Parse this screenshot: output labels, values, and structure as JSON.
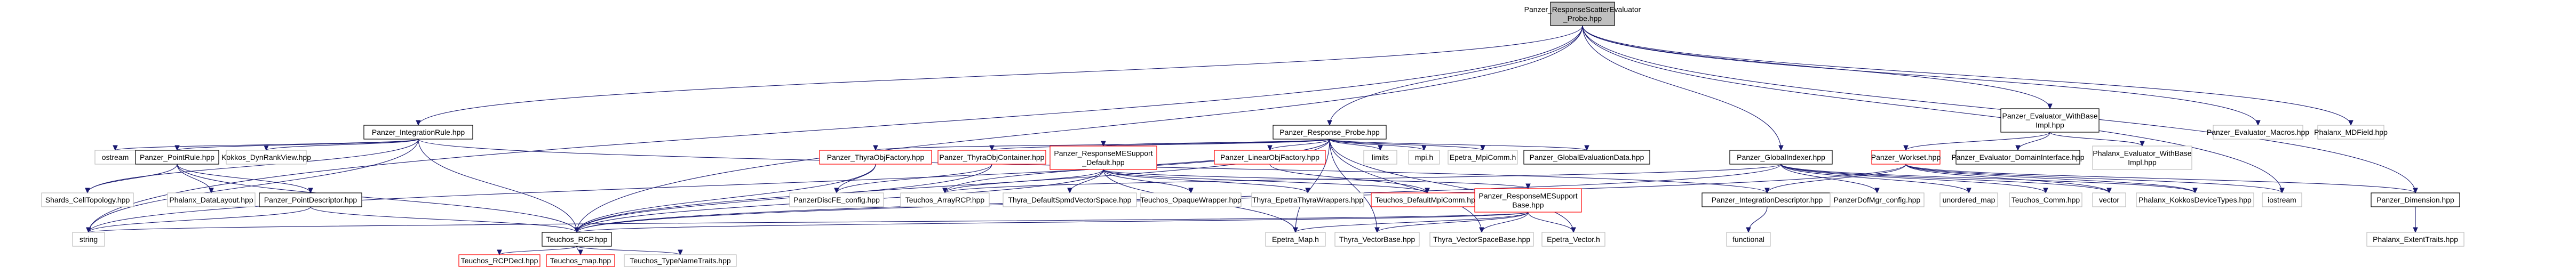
{
  "theme": {
    "normal_border": "#bfbfbf",
    "linked_border": "#000000",
    "missing_border": "#ff0000",
    "root_fill": "#bfbfbf",
    "text": "#000000",
    "edge": "#191970"
  },
  "nodes": [
    {
      "id": "root",
      "lines": [
        "Panzer_ResponseScatterEvaluator",
        "_Probe.hpp"
      ],
      "kind": "root"
    },
    {
      "id": "integrationRule",
      "lines": [
        "Panzer_IntegrationRule.hpp"
      ],
      "kind": "linked"
    },
    {
      "id": "responseProbe",
      "lines": [
        "Panzer_Response_Probe.hpp"
      ],
      "kind": "linked"
    },
    {
      "id": "evalWithBase",
      "lines": [
        "Panzer_Evaluator_WithBase",
        "Impl.hpp"
      ],
      "kind": "linked"
    },
    {
      "id": "evalMacros",
      "lines": [
        "Panzer_Evaluator_Macros.hpp"
      ],
      "kind": "normal"
    },
    {
      "id": "mdField",
      "lines": [
        "Phalanx_MDField.hpp"
      ],
      "kind": "normal"
    },
    {
      "id": "ostream",
      "lines": [
        "ostream"
      ],
      "kind": "normal"
    },
    {
      "id": "pointRule",
      "lines": [
        "Panzer_PointRule.hpp"
      ],
      "kind": "linked"
    },
    {
      "id": "kokkosDyn",
      "lines": [
        "Kokkos_DynRankView.hpp"
      ],
      "kind": "normal"
    },
    {
      "id": "thyraObjFactory",
      "lines": [
        "Panzer_ThyraObjFactory.hpp"
      ],
      "kind": "missing"
    },
    {
      "id": "thyraObjContainer",
      "lines": [
        "Panzer_ThyraObjContainer.hpp"
      ],
      "kind": "missing"
    },
    {
      "id": "responseMESupportDefault",
      "lines": [
        "Panzer_ResponseMESupport",
        "_Default.hpp"
      ],
      "kind": "missing"
    },
    {
      "id": "linearObjFactory",
      "lines": [
        "Panzer_LinearObjFactory.hpp"
      ],
      "kind": "missing"
    },
    {
      "id": "limits",
      "lines": [
        "limits"
      ],
      "kind": "normal"
    },
    {
      "id": "mpih",
      "lines": [
        "mpi.h"
      ],
      "kind": "normal"
    },
    {
      "id": "epetraMpiComm",
      "lines": [
        "Epetra_MpiComm.h"
      ],
      "kind": "normal"
    },
    {
      "id": "globalEvalData",
      "lines": [
        "Panzer_GlobalEvaluationData.hpp"
      ],
      "kind": "linked"
    },
    {
      "id": "globalIndexer",
      "lines": [
        "Panzer_GlobalIndexer.hpp"
      ],
      "kind": "linked"
    },
    {
      "id": "workset",
      "lines": [
        "Panzer_Workset.hpp"
      ],
      "kind": "missing"
    },
    {
      "id": "domainInterface",
      "lines": [
        "Panzer_Evaluator_DomainInterface.hpp"
      ],
      "kind": "linked"
    },
    {
      "id": "phxEvalWithBase",
      "lines": [
        "Phalanx_Evaluator_WithBase",
        "Impl.hpp"
      ],
      "kind": "normal"
    },
    {
      "id": "shards",
      "lines": [
        "Shards_CellTopology.hpp"
      ],
      "kind": "normal"
    },
    {
      "id": "dataLayout",
      "lines": [
        "Phalanx_DataLayout.hpp"
      ],
      "kind": "normal"
    },
    {
      "id": "pointDescriptor",
      "lines": [
        "Panzer_PointDescriptor.hpp"
      ],
      "kind": "linked"
    },
    {
      "id": "feConfig",
      "lines": [
        "PanzerDiscFE_config.hpp"
      ],
      "kind": "normal"
    },
    {
      "id": "arrayRCP",
      "lines": [
        "Teuchos_ArrayRCP.hpp"
      ],
      "kind": "normal"
    },
    {
      "id": "thyraDefaultSpmd",
      "lines": [
        "Thyra_DefaultSpmdVectorSpace.hpp"
      ],
      "kind": "normal"
    },
    {
      "id": "opaqueWrapper",
      "lines": [
        "Teuchos_OpaqueWrapper.hpp"
      ],
      "kind": "normal"
    },
    {
      "id": "thyraEpetraWrappers",
      "lines": [
        "Thyra_EpetraThyraWrappers.hpp"
      ],
      "kind": "normal"
    },
    {
      "id": "defaultMpiComm",
      "lines": [
        "Teuchos_DefaultMpiComm.hpp"
      ],
      "kind": "missing"
    },
    {
      "id": "responseMESupportBase",
      "lines": [
        "Panzer_ResponseMESupport",
        "Base.hpp"
      ],
      "kind": "missing"
    },
    {
      "id": "integrationDescriptor",
      "lines": [
        "Panzer_IntegrationDescriptor.hpp"
      ],
      "kind": "linked"
    },
    {
      "id": "dofMgrConfig",
      "lines": [
        "PanzerDofMgr_config.hpp"
      ],
      "kind": "normal"
    },
    {
      "id": "unorderedMap",
      "lines": [
        "unordered_map"
      ],
      "kind": "normal"
    },
    {
      "id": "teuchosComm",
      "lines": [
        "Teuchos_Comm.hpp"
      ],
      "kind": "normal"
    },
    {
      "id": "vector",
      "lines": [
        "vector"
      ],
      "kind": "normal"
    },
    {
      "id": "kokkosDeviceTypes",
      "lines": [
        "Phalanx_KokkosDeviceTypes.hpp"
      ],
      "kind": "normal"
    },
    {
      "id": "iostream",
      "lines": [
        "iostream"
      ],
      "kind": "normal"
    },
    {
      "id": "dimension",
      "lines": [
        "Panzer_Dimension.hpp"
      ],
      "kind": "linked"
    },
    {
      "id": "string",
      "lines": [
        "string"
      ],
      "kind": "normal"
    },
    {
      "id": "teuchosRCP",
      "lines": [
        "Teuchos_RCP.hpp"
      ],
      "kind": "linked"
    },
    {
      "id": "epetraMap",
      "lines": [
        "Epetra_Map.h"
      ],
      "kind": "normal"
    },
    {
      "id": "thyraVectorBase",
      "lines": [
        "Thyra_VectorBase.hpp"
      ],
      "kind": "normal"
    },
    {
      "id": "thyraVectorSpaceBase",
      "lines": [
        "Thyra_VectorSpaceBase.hpp"
      ],
      "kind": "normal"
    },
    {
      "id": "epetraVector",
      "lines": [
        "Epetra_Vector.h"
      ],
      "kind": "normal"
    },
    {
      "id": "functional",
      "lines": [
        "functional"
      ],
      "kind": "normal"
    },
    {
      "id": "extentTraits",
      "lines": [
        "Phalanx_ExtentTraits.hpp"
      ],
      "kind": "normal"
    },
    {
      "id": "rcpDecl",
      "lines": [
        "Teuchos_RCPDecl.hpp"
      ],
      "kind": "missing"
    },
    {
      "id": "teuchosMap",
      "lines": [
        "Teuchos_map.hpp"
      ],
      "kind": "missing"
    },
    {
      "id": "typeNameTraits",
      "lines": [
        "Teuchos_TypeNameTraits.hpp"
      ],
      "kind": "normal"
    }
  ],
  "edges": [
    [
      "root",
      "integrationRule"
    ],
    [
      "root",
      "responseProbe"
    ],
    [
      "root",
      "evalWithBase"
    ],
    [
      "root",
      "evalMacros"
    ],
    [
      "root",
      "mdField"
    ],
    [
      "root",
      "globalIndexer"
    ],
    [
      "root",
      "dimension"
    ],
    [
      "root",
      "string"
    ],
    [
      "root",
      "teuchosRCP"
    ],
    [
      "root",
      "iostream"
    ],
    [
      "integrationRule",
      "ostream"
    ],
    [
      "integrationRule",
      "pointRule"
    ],
    [
      "integrationRule",
      "kokkosDyn"
    ],
    [
      "integrationRule",
      "shards"
    ],
    [
      "integrationRule",
      "string"
    ],
    [
      "integrationRule",
      "teuchosRCP"
    ],
    [
      "integrationRule",
      "integrationDescriptor"
    ],
    [
      "pointRule",
      "dataLayout"
    ],
    [
      "pointRule",
      "pointDescriptor"
    ],
    [
      "pointRule",
      "shards"
    ],
    [
      "pointRule",
      "teuchosRCP"
    ],
    [
      "pointDescriptor",
      "string"
    ],
    [
      "pointDescriptor",
      "teuchosRCP"
    ],
    [
      "responseProbe",
      "thyraObjFactory"
    ],
    [
      "responseProbe",
      "thyraObjContainer"
    ],
    [
      "responseProbe",
      "responseMESupportDefault"
    ],
    [
      "responseProbe",
      "linearObjFactory"
    ],
    [
      "responseProbe",
      "limits"
    ],
    [
      "responseProbe",
      "mpih"
    ],
    [
      "responseProbe",
      "epetraMpiComm"
    ],
    [
      "responseProbe",
      "globalEvalData"
    ],
    [
      "responseProbe",
      "teuchosRCP"
    ],
    [
      "responseProbe",
      "epetraMap"
    ],
    [
      "responseProbe",
      "thyraVectorBase"
    ],
    [
      "responseProbe",
      "thyraVectorSpaceBase"
    ],
    [
      "responseProbe",
      "epetraVector"
    ],
    [
      "responseProbe",
      "arrayRCP"
    ],
    [
      "responseProbe",
      "string"
    ],
    [
      "thyraObjFactory",
      "feConfig"
    ],
    [
      "thyraObjFactory",
      "teuchosRCP"
    ],
    [
      "thyraObjContainer",
      "feConfig"
    ],
    [
      "thyraObjContainer",
      "teuchosRCP"
    ],
    [
      "responseMESupportDefault",
      "arrayRCP"
    ],
    [
      "responseMESupportDefault",
      "thyraDefaultSpmd"
    ],
    [
      "responseMESupportDefault",
      "opaqueWrapper"
    ],
    [
      "responseMESupportDefault",
      "thyraEpetraWrappers"
    ],
    [
      "responseMESupportDefault",
      "defaultMpiComm"
    ],
    [
      "responseMESupportDefault",
      "responseMESupportBase"
    ],
    [
      "responseMESupportDefault",
      "epetraMap"
    ],
    [
      "responseMESupportDefault",
      "teuchosRCP"
    ],
    [
      "linearObjFactory",
      "defaultMpiComm"
    ],
    [
      "responseMESupportBase",
      "string"
    ],
    [
      "responseMESupportBase",
      "teuchosRCP"
    ],
    [
      "responseMESupportBase",
      "epetraMap"
    ],
    [
      "responseMESupportBase",
      "thyraVectorBase"
    ],
    [
      "responseMESupportBase",
      "thyraVectorSpaceBase"
    ],
    [
      "responseMESupportBase",
      "epetraVector"
    ],
    [
      "evalWithBase",
      "workset"
    ],
    [
      "evalWithBase",
      "domainInterface"
    ],
    [
      "evalWithBase",
      "phxEvalWithBase"
    ],
    [
      "globalIndexer",
      "arrayRCP"
    ],
    [
      "globalIndexer",
      "dofMgrConfig"
    ],
    [
      "globalIndexer",
      "unorderedMap"
    ],
    [
      "globalIndexer",
      "teuchosComm"
    ],
    [
      "globalIndexer",
      "vector"
    ],
    [
      "globalIndexer",
      "kokkosDeviceTypes"
    ],
    [
      "globalIndexer",
      "teuchosRCP"
    ],
    [
      "workset",
      "integrationDescriptor"
    ],
    [
      "workset",
      "vector"
    ],
    [
      "workset",
      "kokkosDeviceTypes"
    ],
    [
      "workset",
      "iostream"
    ],
    [
      "workset",
      "dimension"
    ],
    [
      "workset",
      "teuchosRCP"
    ],
    [
      "integrationDescriptor",
      "functional"
    ],
    [
      "dimension",
      "extentTraits"
    ],
    [
      "teuchosRCP",
      "rcpDecl"
    ],
    [
      "teuchosRCP",
      "teuchosMap"
    ],
    [
      "teuchosRCP",
      "typeNameTraits"
    ]
  ]
}
